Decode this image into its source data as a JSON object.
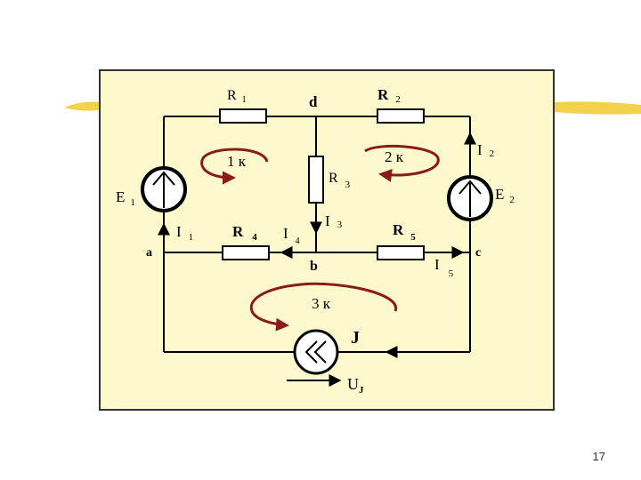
{
  "colors": {
    "panel_fill": "#fdf9cc",
    "panel_border": "#333333",
    "wire": "#000000",
    "loop_arrow": "#8b1a1a",
    "brush_stroke": "#f2d24a"
  },
  "labels": {
    "R1": "R",
    "R1_sub": "1",
    "R2": "R",
    "R2_sub": "2",
    "R3": "R",
    "R3_sub": "3",
    "R4": "R",
    "R4_sub": "4",
    "R5": "R",
    "R5_sub": "5",
    "E1": "E",
    "E1_sub": "1",
    "E2": "E",
    "E2_sub": "2",
    "I1": "I",
    "I1_sub": "1",
    "I2": "I",
    "I2_sub": "2",
    "I3": "I",
    "I3_sub": "3",
    "I4": "I",
    "I4_sub": "4",
    "I5": "I",
    "I5_sub": "5",
    "J": "J",
    "UJ": "U",
    "UJ_sub": "J",
    "node_a": "a",
    "node_b": "b",
    "node_c": "c",
    "node_d": "d",
    "loop1": "1 к",
    "loop2": "2 к",
    "loop3": "3 к"
  },
  "page_number": "17"
}
